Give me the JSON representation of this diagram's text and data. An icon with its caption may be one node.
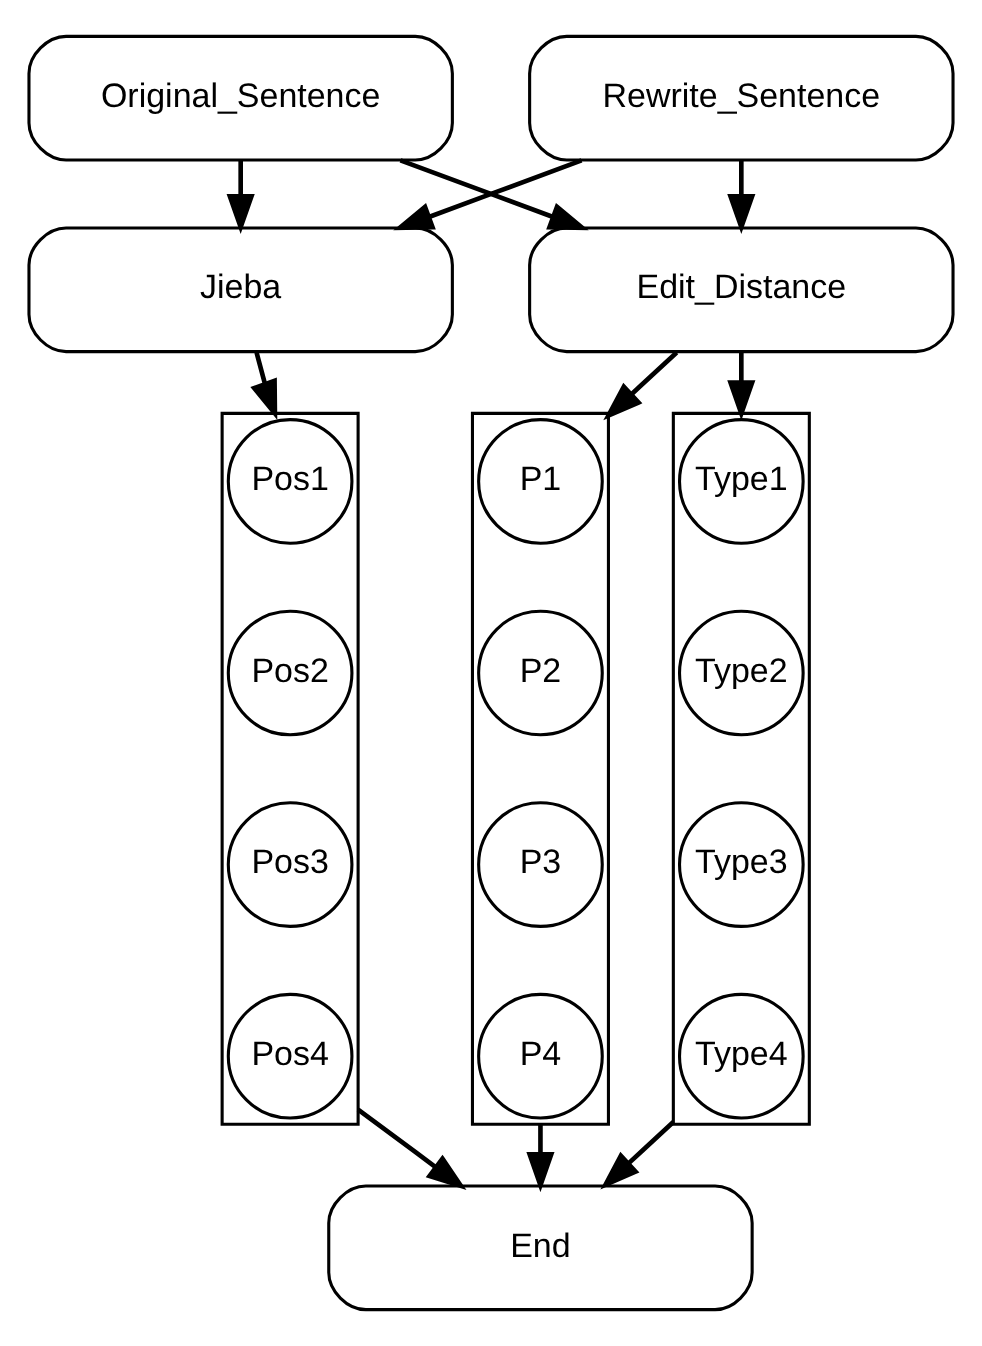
{
  "diagram": {
    "nodes": [
      {
        "text": [
          "Original_Sentence"
        ]
      },
      {
        "text": [
          "Rewrite_Sentence"
        ]
      },
      {
        "text": [
          "Jieba"
        ]
      },
      {
        "text": [
          "Edit_Distance"
        ]
      },
      {
        "text": [],
        "shape": "box"
      },
      {
        "text": [
          "Pos1"
        ],
        "in": 4
      },
      {
        "text": [
          "Pos2"
        ],
        "in": 4
      },
      {
        "text": [
          "Pos3"
        ],
        "in": 4
      },
      {
        "text": [
          "Pos4"
        ],
        "in": 4
      },
      {
        "text": [],
        "shape": "box"
      },
      {
        "text": [
          "Type1"
        ],
        "in": 9
      },
      {
        "text": [
          "Type2"
        ],
        "in": 9
      },
      {
        "text": [
          "Type3"
        ],
        "in": 9
      },
      {
        "text": [
          "Type4"
        ],
        "in": 9
      },
      {
        "text": [],
        "shape": "box"
      },
      {
        "text": [
          "P1"
        ],
        "in": 14
      },
      {
        "text": [
          "P2"
        ],
        "in": 14
      },
      {
        "text": [
          "P3"
        ],
        "in": 14
      },
      {
        "text": [
          "P4"
        ],
        "in": 14
      },
      {
        "text": [
          "End"
        ]
      }
    ],
    "edges": [
      {
        "from": 0,
        "to": 2,
        "arrow": "to"
      },
      {
        "from": 0,
        "to": 3,
        "arrow": "to"
      },
      {
        "from": 1,
        "to": 2,
        "arrow": "to"
      },
      {
        "from": 1,
        "to": 3,
        "arrow": "to"
      },
      {
        "from": 2,
        "to": 4,
        "arrow": "to"
      },
      {
        "from": 3,
        "to": 9,
        "arrow": "to"
      },
      {
        "from": 3,
        "to": 14,
        "arrow": "to"
      },
      {
        "from": 4,
        "to": 19,
        "arrow": "to"
      },
      {
        "from": 9,
        "to": 19,
        "arrow": "to"
      },
      {
        "from": 14,
        "to": 19,
        "arrow": "to"
      }
    ]
  }
}
